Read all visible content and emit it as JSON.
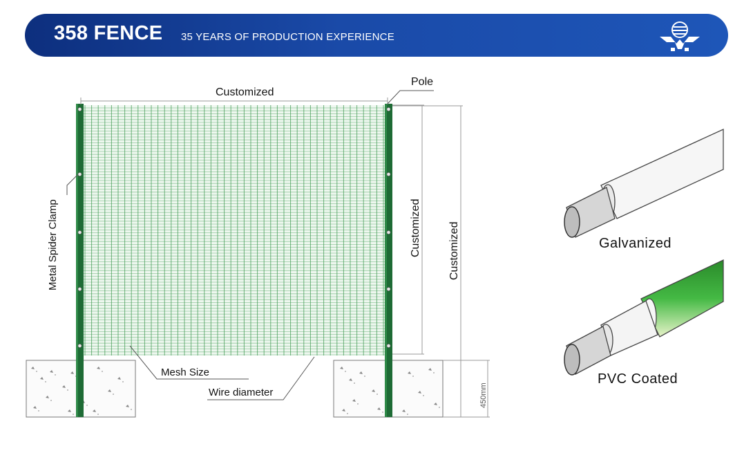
{
  "header": {
    "brand": "358 FENCE",
    "tagline": "35 YEARS OF PRODUCTION EXPERIENCE",
    "logo_icon": "company-logo-icon"
  },
  "diagram": {
    "width_label": "Customized",
    "pole_label": "Pole",
    "clamp_label": "Metal Spider Clamp",
    "panel_height_label": "Customized",
    "total_height_label": "Customized",
    "mesh_size_label": "Mesh Size",
    "wire_diameter_label": "Wire diameter",
    "footing_depth_label": "450mm"
  },
  "finishes": {
    "galvanized_label": "Galvanized",
    "pvc_label": "PVC Coated"
  },
  "colors": {
    "banner": "#1a4aa8",
    "pole": "#1e6b35",
    "mesh": "#3f9a52",
    "pvc": "#2c9a2c"
  }
}
